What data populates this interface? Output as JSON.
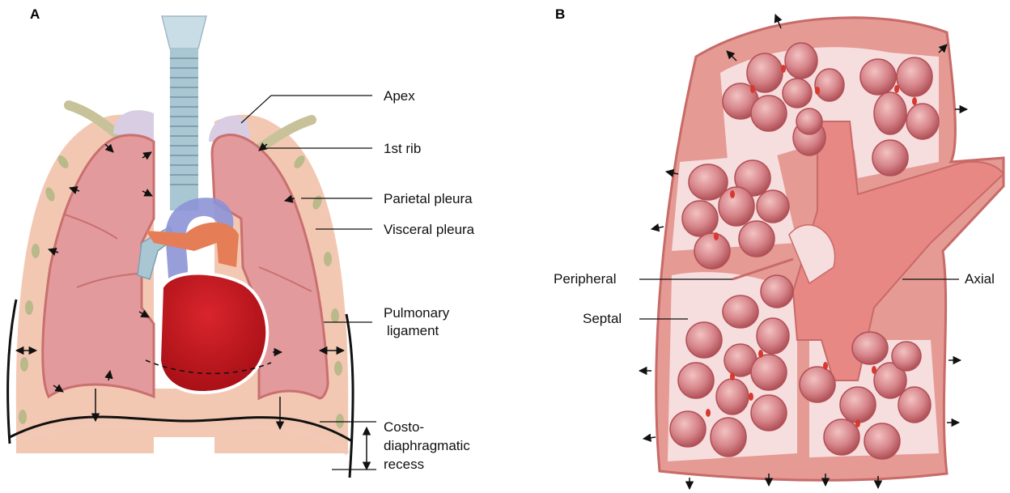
{
  "panel_a": {
    "letter": "A",
    "labels": {
      "apex": "Apex",
      "first_rib": "1st rib",
      "parietal_pleura": "Parietal pleura",
      "visceral_pleura": "Visceral pleura",
      "pulmonary_ligament_line1": "Pulmonary",
      "pulmonary_ligament_line2": "ligament",
      "recess_line1": "Costo-",
      "recess_line2": "diaphragmatic",
      "recess_line3": "recess"
    }
  },
  "panel_b": {
    "letter": "B",
    "labels": {
      "peripheral": "Peripheral",
      "septal": "Septal",
      "axial": "Axial"
    }
  },
  "colors": {
    "lung_tissue": "#e39a9c",
    "lung_dark": "#c9706f",
    "chest_wall": "#f3c8b3",
    "rib": "#b9b98a",
    "heart": "#c6141c",
    "aorta": "#8c93d6",
    "pulmonary_artery": "#e57d57",
    "trachea": "#a9c6d3",
    "apex_cap": "#d8cde2",
    "alveolus": "#c96c70",
    "alveolus_highlight": "#f3c2c2",
    "septum": "#f6dede"
  }
}
